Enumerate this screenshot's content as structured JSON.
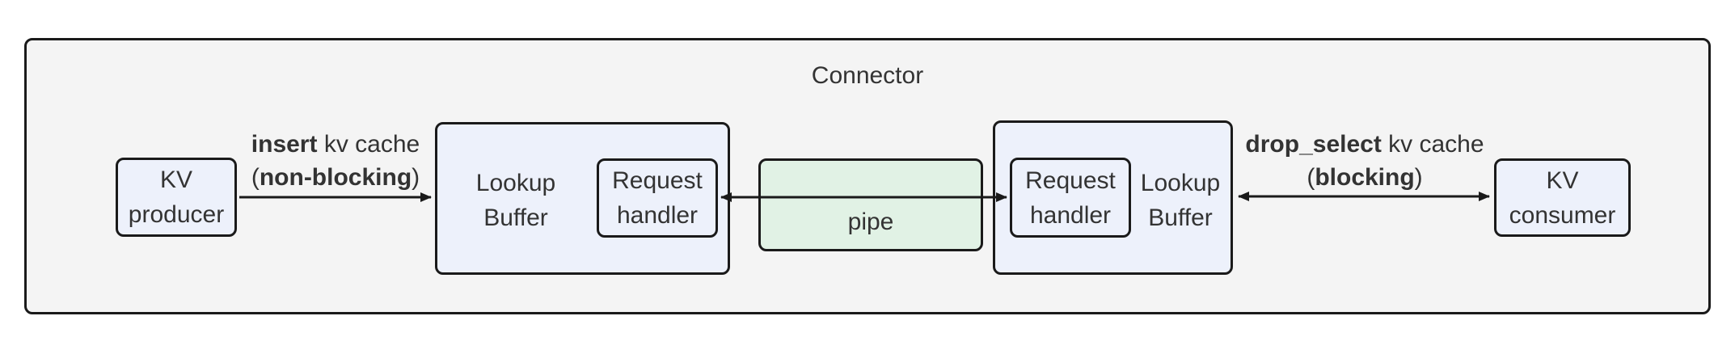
{
  "diagram": {
    "title": "Connector",
    "nodes": {
      "kv_producer": {
        "lines": [
          "KV",
          "producer"
        ]
      },
      "lookup_buffer_left": {
        "lines": [
          "Lookup",
          "Buffer"
        ]
      },
      "request_handler_left": {
        "lines": [
          "Request",
          "handler"
        ]
      },
      "pipe": {
        "label": "pipe"
      },
      "request_handler_right": {
        "lines": [
          "Request",
          "handler"
        ]
      },
      "lookup_buffer_right": {
        "lines": [
          "Lookup",
          "Buffer"
        ]
      },
      "kv_consumer": {
        "lines": [
          "KV",
          "consumer"
        ]
      }
    },
    "edges": {
      "insert": {
        "line1_bold": "insert",
        "line1_rest": " kv cache",
        "line2_prefix": "(",
        "line2_bold": "non-blocking",
        "line2_suffix": ")"
      },
      "drop_select": {
        "line1_bold": "drop_select",
        "line1_rest": " kv cache",
        "line2_prefix": "(",
        "line2_bold": "blocking",
        "line2_suffix": ")"
      }
    },
    "colors": {
      "node_fill": "#edf1fb",
      "pipe_fill": "#e1f2e5",
      "container_fill": "#f4f4f4",
      "border": "#1a1a1a",
      "text": "#333333"
    }
  }
}
